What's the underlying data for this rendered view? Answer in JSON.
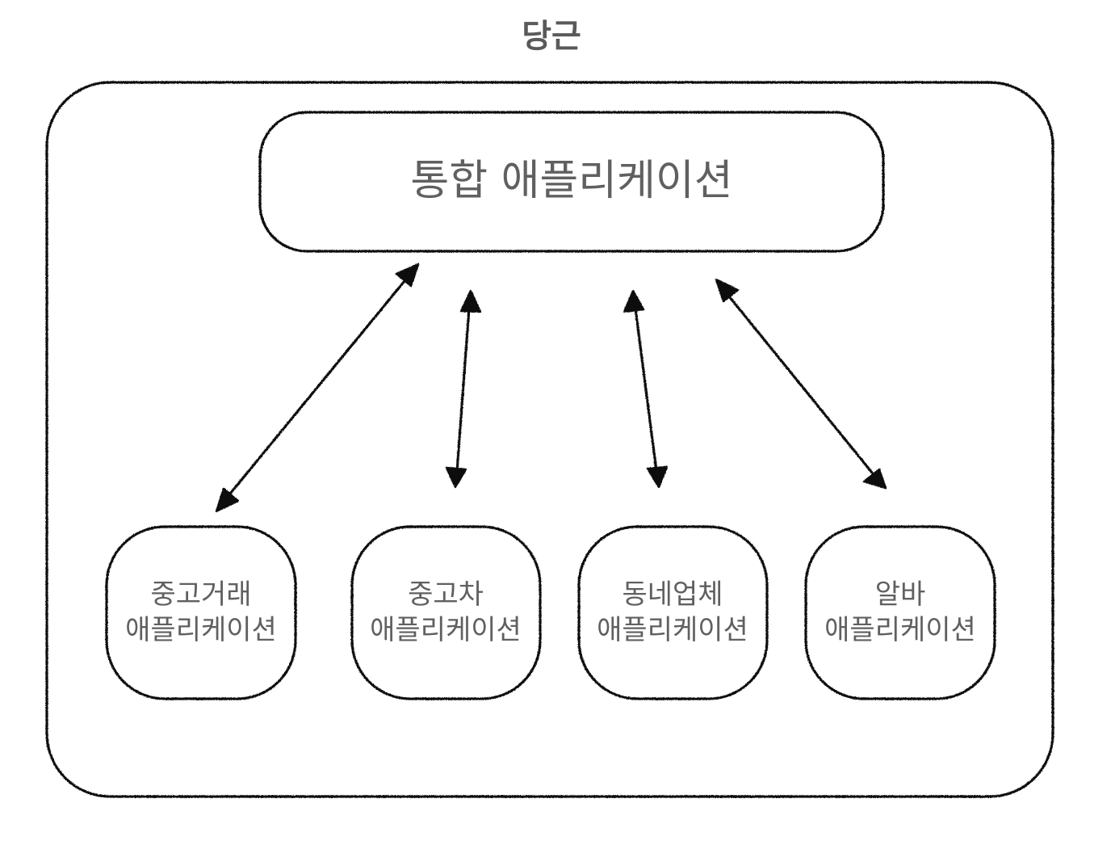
{
  "diagram": {
    "title": "당근",
    "hub": {
      "label": "통합 애플리케이션"
    },
    "services": [
      {
        "line1": "중고거래",
        "line2": "애플리케이션"
      },
      {
        "line1": "중고차",
        "line2": "애플리케이션"
      },
      {
        "line1": "동네업체",
        "line2": "애플리케이션"
      },
      {
        "line1": "알바",
        "line2": "애플리케이션"
      }
    ],
    "connections": [
      {
        "from": "hub",
        "to": "services.0",
        "direction": "bidirectional"
      },
      {
        "from": "hub",
        "to": "services.1",
        "direction": "bidirectional"
      },
      {
        "from": "hub",
        "to": "services.2",
        "direction": "bidirectional"
      },
      {
        "from": "hub",
        "to": "services.3",
        "direction": "bidirectional"
      }
    ],
    "colors": {
      "stroke": "#111111",
      "text": "#606060",
      "background": "#ffffff"
    }
  }
}
